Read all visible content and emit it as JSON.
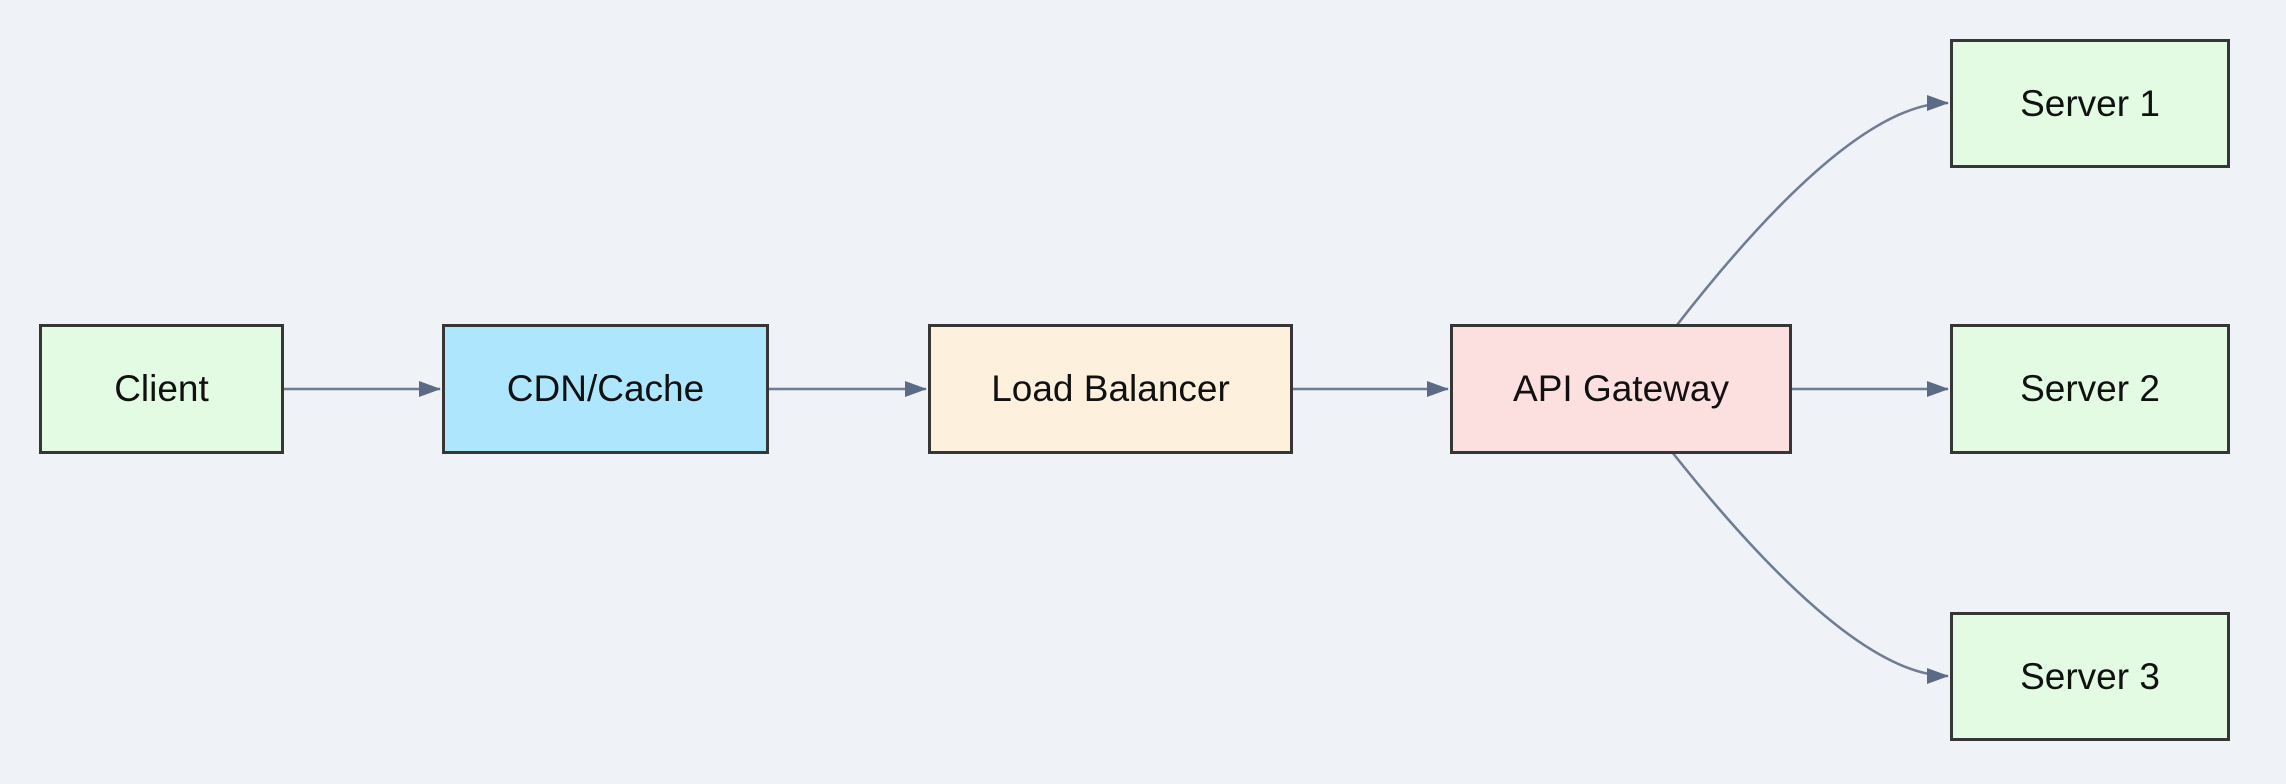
{
  "diagram": {
    "background": "#eff2f7",
    "edge_color": "#6e7c94",
    "arrowhead_color": "#5c6b85",
    "node_border_color": "#363636",
    "text_color": "#111111",
    "nodes": [
      {
        "id": "client",
        "label": "Client",
        "fill": "#e3fae3"
      },
      {
        "id": "cdn-cache",
        "label": "CDN/Cache",
        "fill": "#aee6fd"
      },
      {
        "id": "load-balancer",
        "label": "Load Balancer",
        "fill": "#fdf0dd"
      },
      {
        "id": "api-gateway",
        "label": "API Gateway",
        "fill": "#fcdfdf"
      },
      {
        "id": "server-1",
        "label": "Server 1",
        "fill": "#e3fae3"
      },
      {
        "id": "server-2",
        "label": "Server 2",
        "fill": "#e3fae3"
      },
      {
        "id": "server-3",
        "label": "Server 3",
        "fill": "#e3fae3"
      }
    ],
    "edges": [
      {
        "from": "Client",
        "to": "CDN/Cache"
      },
      {
        "from": "CDN/Cache",
        "to": "Load Balancer"
      },
      {
        "from": "Load Balancer",
        "to": "API Gateway"
      },
      {
        "from": "API Gateway",
        "to": "Server 1"
      },
      {
        "from": "API Gateway",
        "to": "Server 2"
      },
      {
        "from": "API Gateway",
        "to": "Server 3"
      }
    ]
  }
}
